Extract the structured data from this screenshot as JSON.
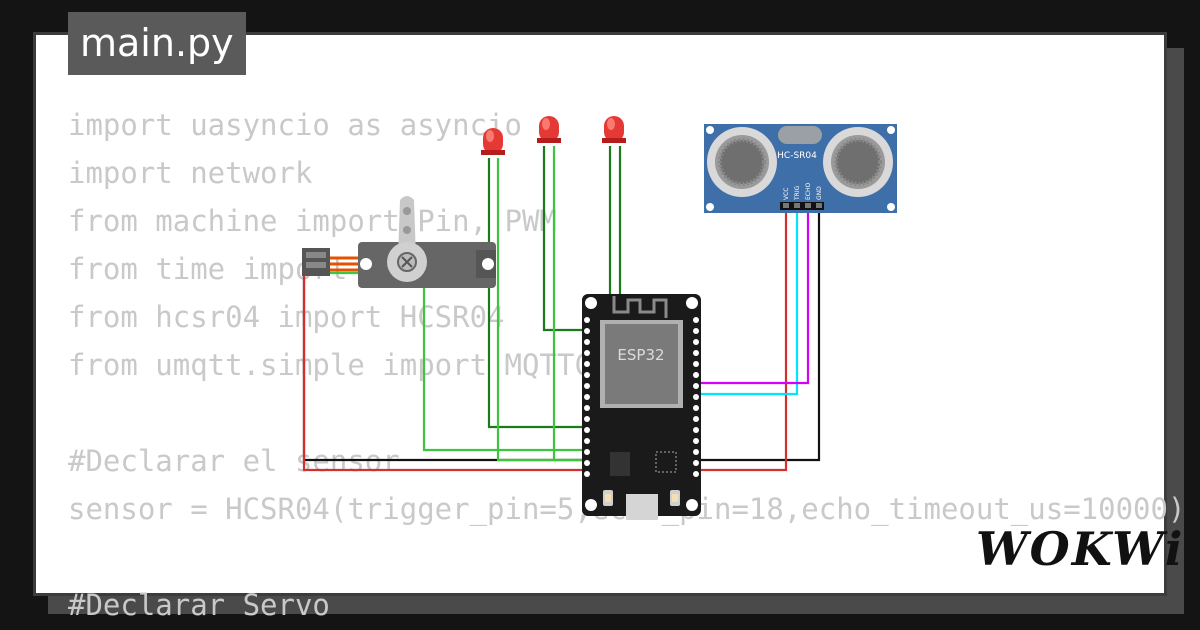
{
  "editor": {
    "filename": "main.py",
    "code_lines": [
      "import uasyncio as asyncio",
      "import network",
      "from machine import Pin, PWM",
      "from time import sleep",
      "from hcsr04 import HCSR04",
      "from umqtt.simple import MQTTClient",
      "",
      "#Declarar el sensor",
      "sensor = HCSR04(trigger_pin=5,echo_pin=18,echo_timeout_us=10000)",
      "",
      "#Declarar Servo"
    ]
  },
  "circuit": {
    "esp32_label": "ESP32",
    "sensor_label": "HC-SR04",
    "sensor_pins": [
      "VCC",
      "TRIG",
      "ECHO",
      "GND"
    ],
    "led_color": "#e53935",
    "wire_colors": {
      "vcc": "#d32f2f",
      "gnd": "#111111",
      "trig": "#00e5ff",
      "echo": "#d500f9",
      "led": "#1b7a1b",
      "servo_signal": "#3ec43e"
    }
  },
  "brand": {
    "logo_text": "WOKWi"
  }
}
